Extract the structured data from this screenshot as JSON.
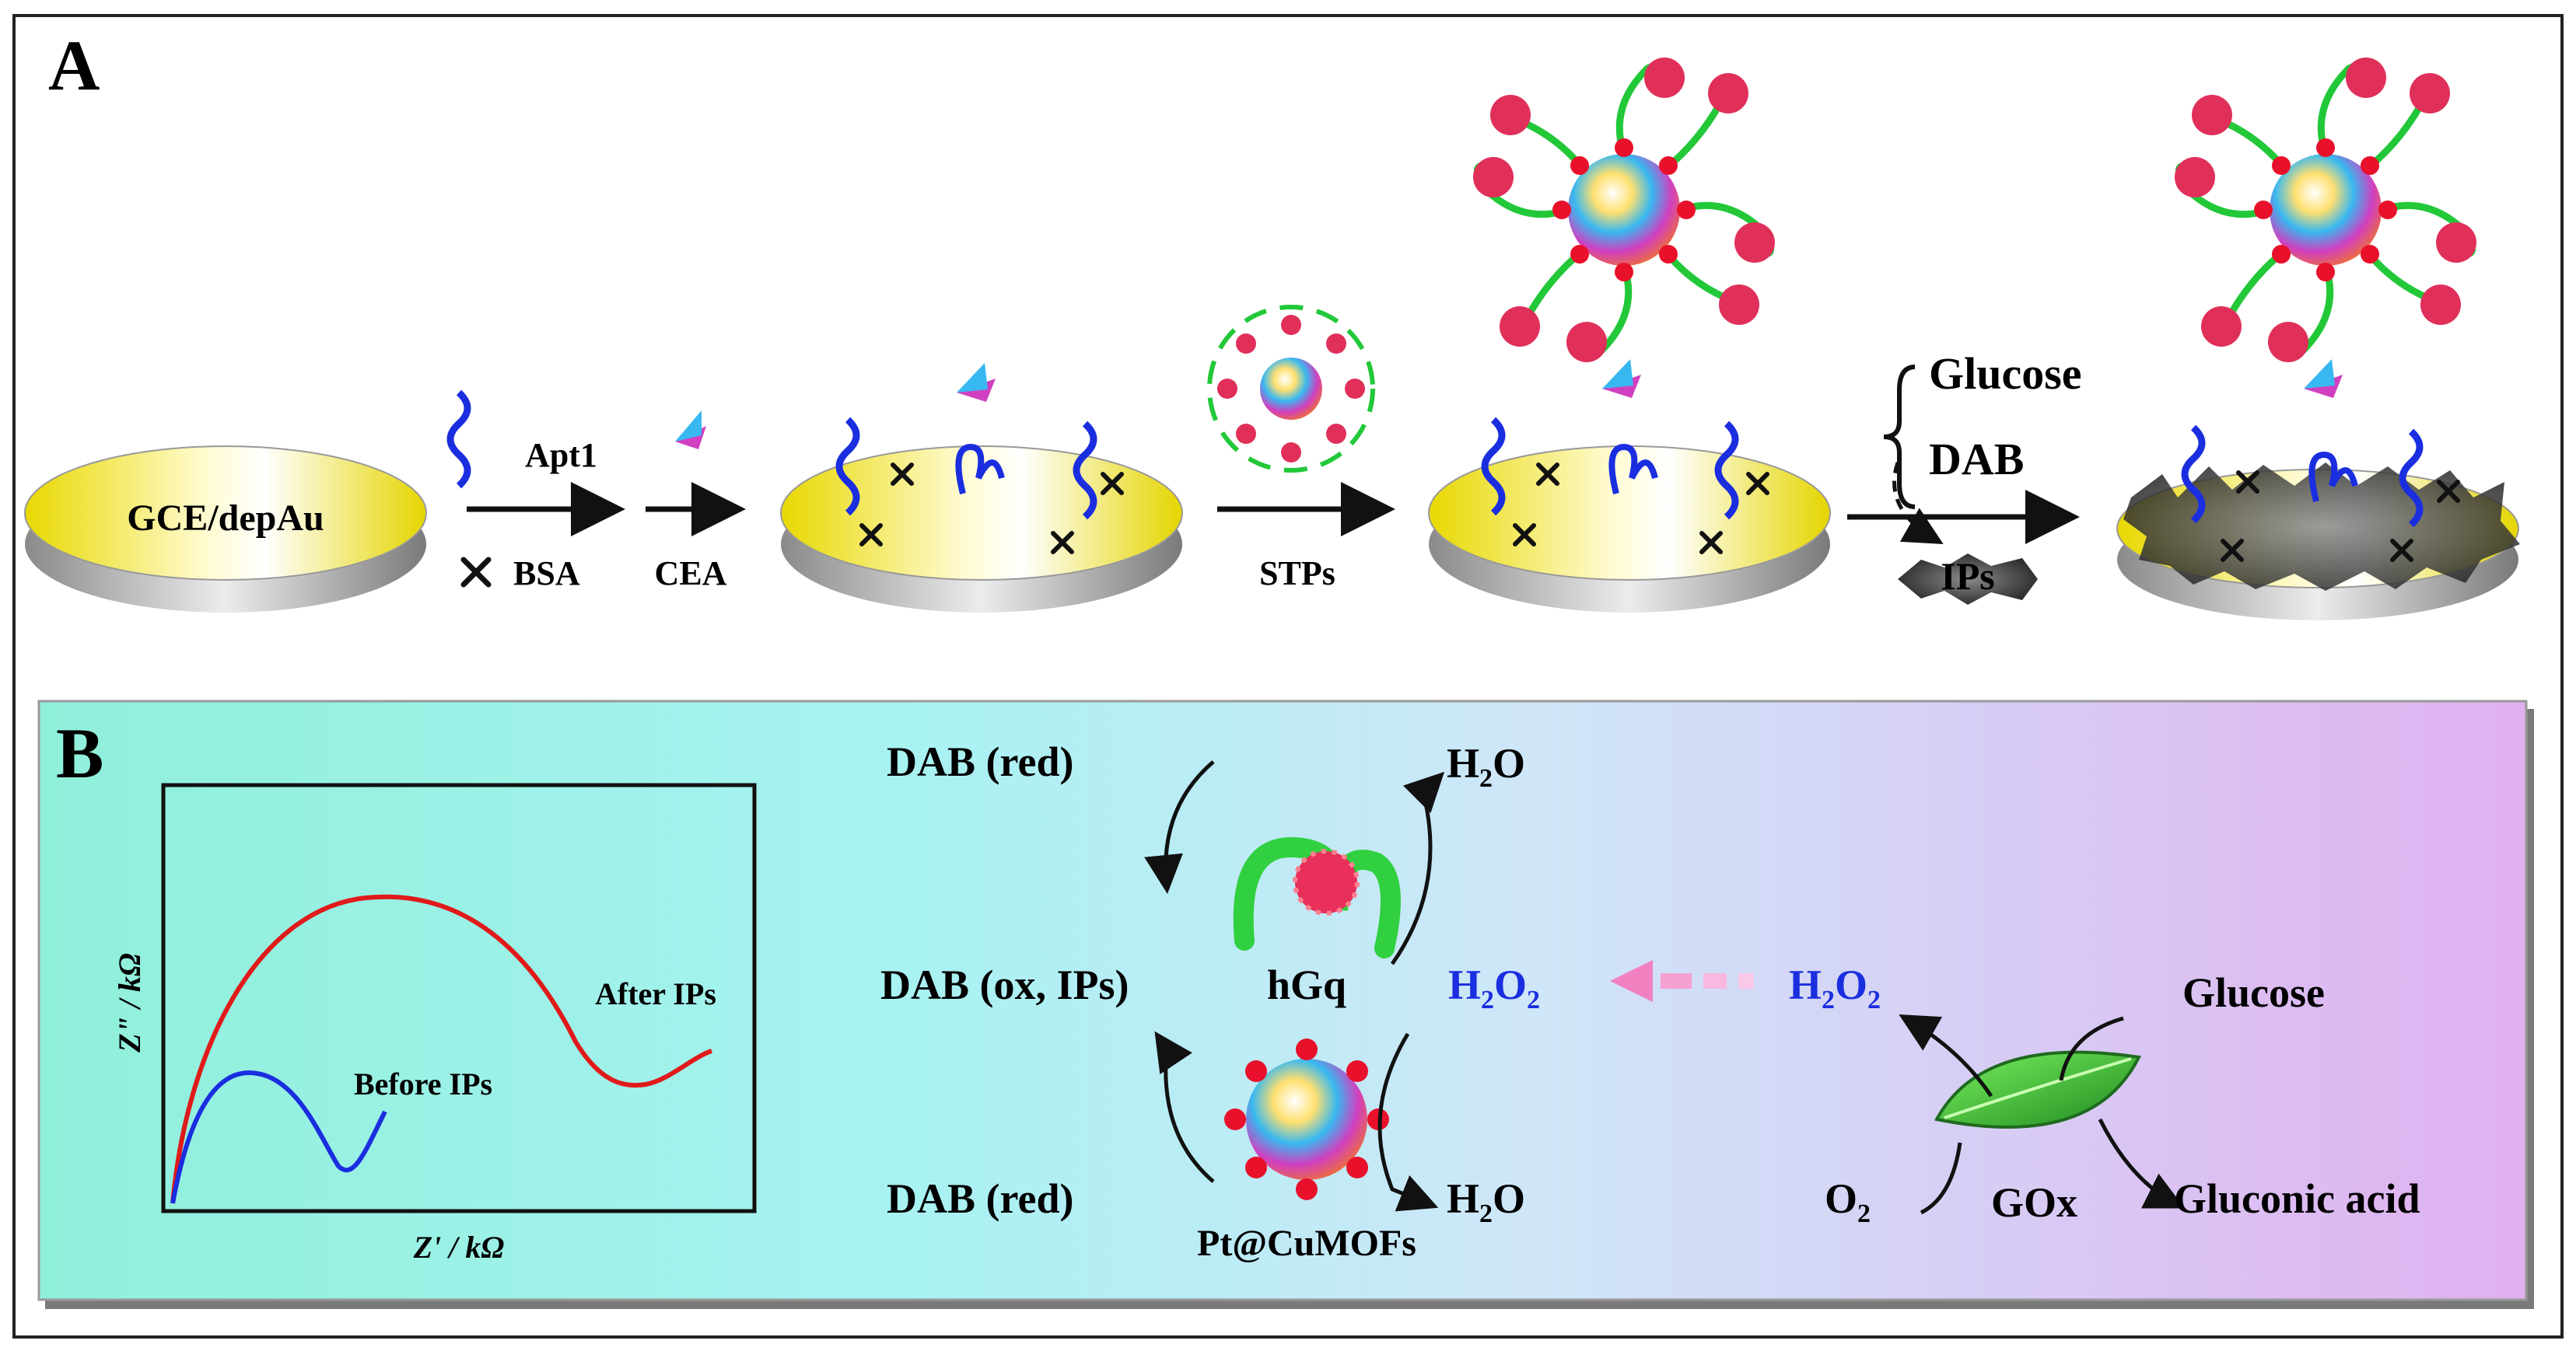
{
  "panel_a": {
    "letter": "A",
    "electrode_label": "GCE/depAu",
    "step1_top": "Apt1",
    "step1_bottom": "BSA",
    "step2_bottom": "CEA",
    "step3_bottom": "STPs",
    "step4_brace_top": "Glucose",
    "step4_brace_bottom": "DAB",
    "step4_product": "IPs"
  },
  "panel_b": {
    "letter": "B",
    "eis_plot": {
      "ylabel": "Z\" / kΩ",
      "xlabel": "Z' / kΩ",
      "curve_after_label": "After IPs",
      "curve_before_label": "Before IPs"
    },
    "scheme": {
      "dab_red_top": "DAB (red)",
      "dab_ox": "DAB (ox, IPs)",
      "dab_red_bottom": "DAB (red)",
      "h2o_top_main": "H",
      "h2o_top_sub": "2",
      "h2o_top_end": "O",
      "h2o_bottom_main": "H",
      "h2o_bottom_sub": "2",
      "h2o_bottom_end": "O",
      "hgq": "hGq",
      "pt_cumofs": "Pt@CuMOFs",
      "h2o2_center_a": "H",
      "h2o2_center_b": "2",
      "h2o2_center_c": "O",
      "h2o2_center_d": "2",
      "h2o2_right_a": "H",
      "h2o2_right_b": "2",
      "h2o2_right_c": "O",
      "h2o2_right_d": "2",
      "glucose": "Glucose",
      "o2_main": "O",
      "o2_sub": "2",
      "gox": "GOx",
      "gluconic_acid": "Gluconic acid"
    }
  },
  "colors": {
    "gold": "#f2e41a",
    "blue_label": "#1a2ee0",
    "curve_after": "#e01a1a",
    "curve_before": "#1a2ee0",
    "panel_b_left": "#8ff0da",
    "panel_b_right": "#e2b0f0"
  }
}
